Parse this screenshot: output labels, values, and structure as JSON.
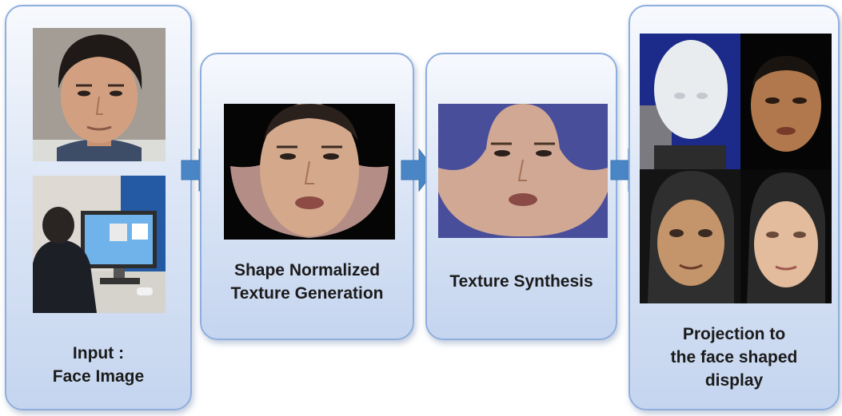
{
  "panels": {
    "input": {
      "label_line1": "Input :",
      "label_line2": "Face Image"
    },
    "normalized": {
      "label_line1": "Shape Normalized",
      "label_line2": "Texture Generation"
    },
    "synthesis": {
      "label": "Texture Synthesis"
    },
    "projection": {
      "label_line1": "Projection to",
      "label_line2": "the face shaped",
      "label_line3": "display"
    }
  },
  "colors": {
    "panel_border": "#8eaede",
    "arrow": "#4a86c6",
    "texture_bg": "#494e9a"
  }
}
